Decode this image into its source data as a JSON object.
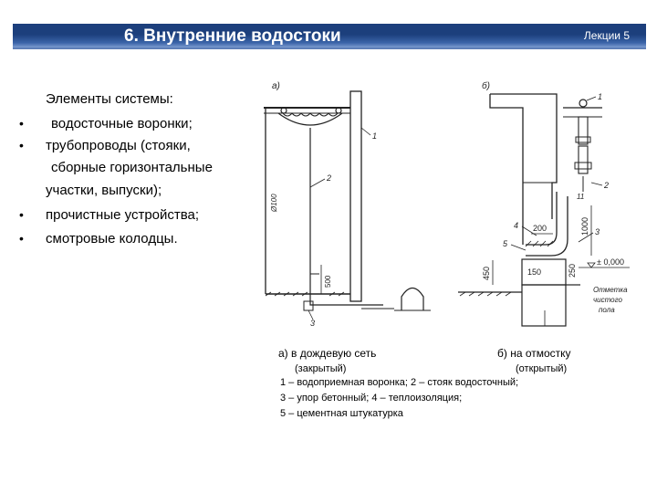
{
  "header": {
    "title": "6. Внутренние водостоки",
    "lecture": "Лекции 5"
  },
  "left": {
    "elements_title": "Элементы системы:",
    "items": [
      {
        "lines": [
          "водосточные воронки;"
        ]
      },
      {
        "lines": [
          "трубопроводы (стояки,",
          "сборные горизонтальные",
          "участки, выпуски);"
        ]
      },
      {
        "lines": [
          "прочистные устройства;"
        ]
      },
      {
        "lines": [
          "смотровые колодцы."
        ]
      }
    ]
  },
  "diagram_a": {
    "label": "а)",
    "callout_1": "1",
    "callout_2": "2",
    "callout_3": "3",
    "dim_pipe": "Ø100",
    "dim_500": "500"
  },
  "diagram_b": {
    "label": "б)",
    "callout_1": "1",
    "callout_2": "2",
    "callout_3": "3",
    "callout_4": "4",
    "callout_5": "5",
    "dim_200": "200",
    "dim_1000": "1000",
    "dim_150": "150",
    "dim_450": "450",
    "dim_250": "250",
    "elevation": "± 0,000",
    "mark_lines": [
      "Отметка",
      "чистого",
      "пола"
    ]
  },
  "captions": {
    "a_title": "а) в дождевую сеть",
    "a_sub": "(закрытый)",
    "b_title": "б) на отмостку",
    "b_sub": "(открытый)",
    "legend_1": "1 – водоприемная воронка; 2 – стояк водосточный;",
    "legend_2": "3  –  упор      бетонный; 4 – теплоизоляция;",
    "legend_3": "5 – цементная штукатурка"
  }
}
